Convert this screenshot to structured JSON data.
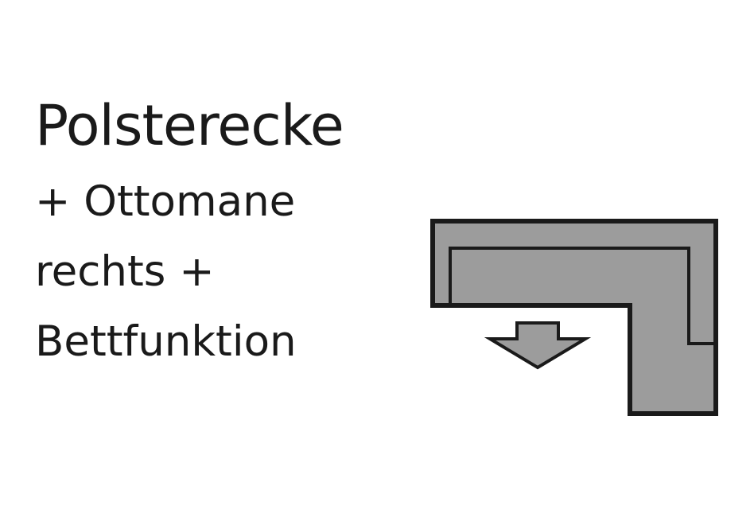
{
  "heading": {
    "title": "Polsterecke",
    "lines": [
      "+ Ottomane",
      "rechts +",
      "Bettfunktion"
    ]
  },
  "diagram": {
    "icon": "l-shaped-sofa-icon",
    "arrow_icon": "arrow-down-icon",
    "colors": {
      "fill": "#9c9c9c",
      "stroke": "#1a1a1a"
    }
  }
}
